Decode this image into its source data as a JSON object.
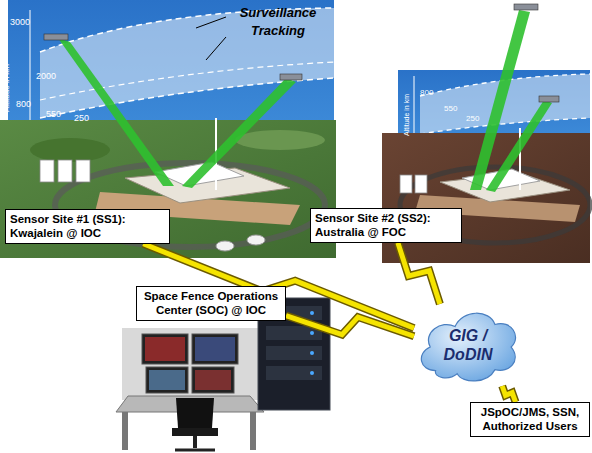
{
  "diagram": {
    "nodes": [
      {
        "text": [
          "Sensor Site #1 (SS1): Kwajalein @ IOC"
        ]
      },
      {
        "text": [
          "Sensor Site #2 (SS2): Australia @ FOC"
        ]
      },
      {
        "text": [
          "Space Fence Operations Center (SOC) @ IOC"
        ]
      },
      {
        "text": [
          "GIG / DoDIN"
        ]
      },
      {
        "text": [
          "JSpOC/JMS, SSN, Authorized Users"
        ]
      }
    ],
    "edges": [
      {
        "from": 0,
        "to": 3,
        "arrow": "none"
      },
      {
        "from": 1,
        "to": 3,
        "arrow": "none"
      },
      {
        "from": 2,
        "to": 3,
        "arrow": "none"
      },
      {
        "from": 3,
        "to": 4,
        "arrow": "none"
      }
    ],
    "labels": [
      "Surveillance Tracking",
      "3000",
      "2000",
      "800",
      "550",
      "250",
      "Altitude in km",
      "800",
      "550",
      "250",
      "Altitude in km"
    ]
  }
}
